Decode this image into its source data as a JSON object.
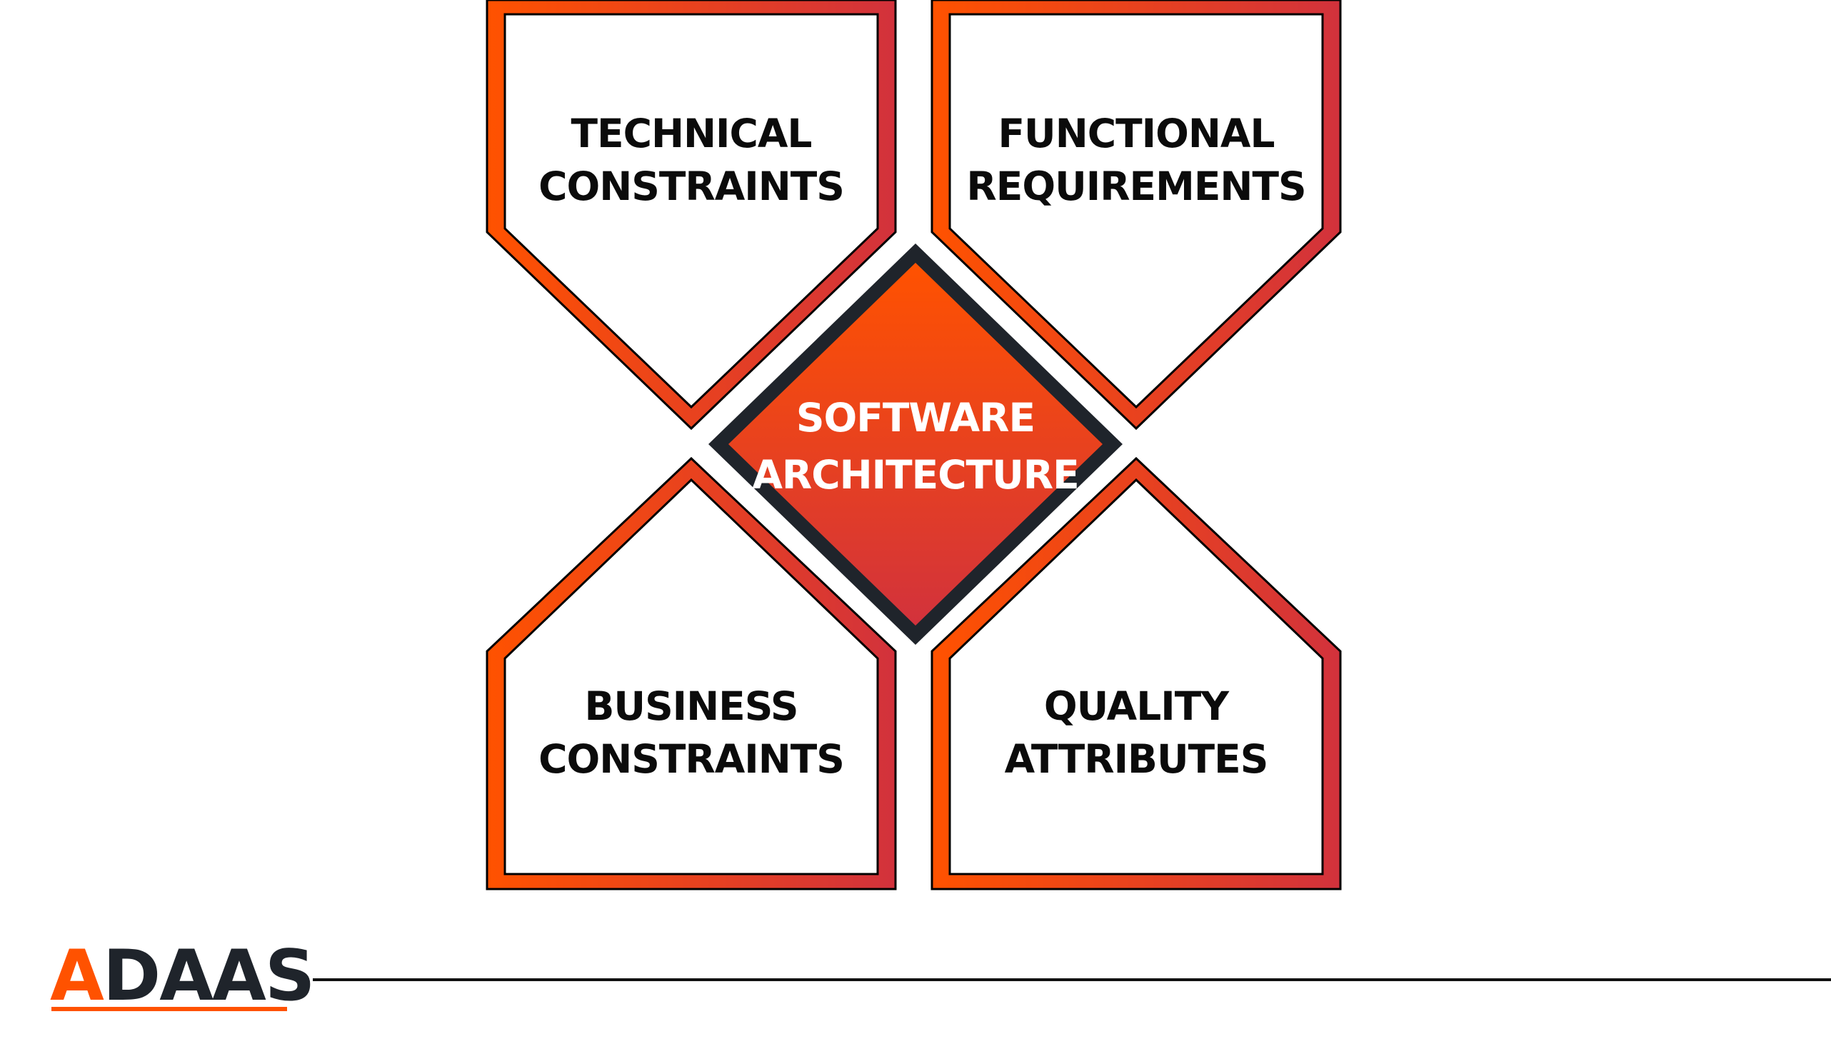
{
  "diagram": {
    "center": {
      "line1": "SOFTWARE",
      "line2": "ARCHITECTURE"
    },
    "boxes": {
      "technical": {
        "line1": "TECHNICAL",
        "line2": "CONSTRAINTS"
      },
      "functional": {
        "line1": "FUNCTIONAL",
        "line2": "REQUIREMENTS"
      },
      "business": {
        "line1": "BUSINESS",
        "line2": "CONSTRAINTS"
      },
      "quality": {
        "line1": "QUALITY",
        "line2": "ATTRIBUTES"
      }
    }
  },
  "logo": {
    "first_letter": "A",
    "rest": "DAAS"
  },
  "colors": {
    "gradient_start": "#ff5200",
    "gradient_end": "#d2323c",
    "dark": "#1f242b",
    "text": "#0b0b0b",
    "background": "#ffffff"
  }
}
